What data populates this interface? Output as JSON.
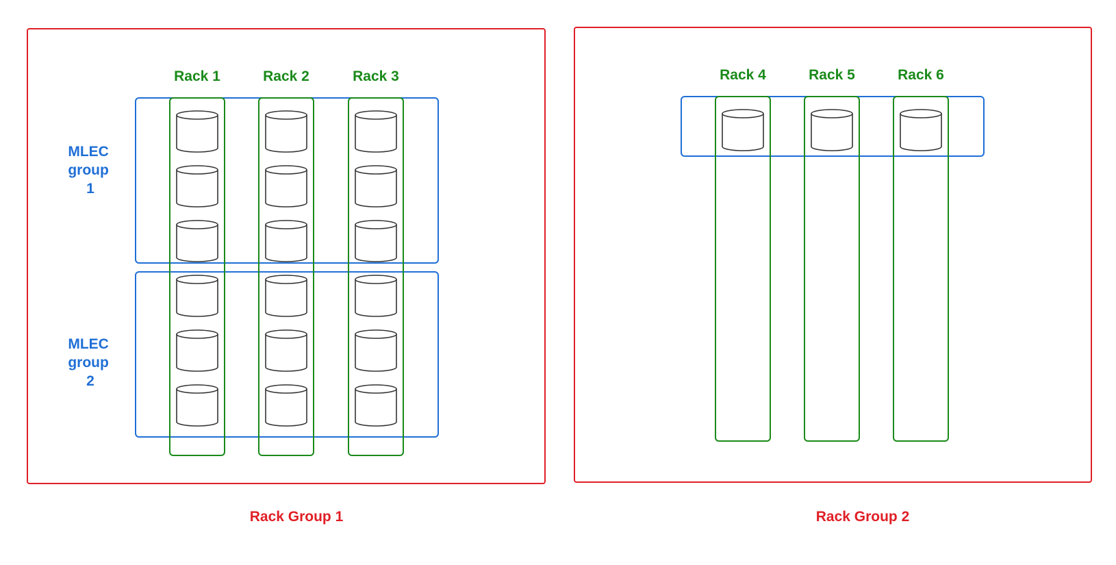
{
  "colors": {
    "rack_group": "#e01f26",
    "rack": "#1a8a1a",
    "mlec_group": "#1f6fd6",
    "disk_outline": "#333333"
  },
  "rack_groups": [
    {
      "label": "Rack Group 1",
      "racks": [
        {
          "label": "Rack 1"
        },
        {
          "label": "Rack 2"
        },
        {
          "label": "Rack 3"
        }
      ],
      "mlec_groups": [
        {
          "lines": [
            "MLEC",
            "group",
            "1"
          ],
          "disks_per_rack": 3
        },
        {
          "lines": [
            "MLEC",
            "group",
            "2"
          ],
          "disks_per_rack": 3
        }
      ]
    },
    {
      "label": "Rack Group 2",
      "racks": [
        {
          "label": "Rack 4"
        },
        {
          "label": "Rack 5"
        },
        {
          "label": "Rack 6"
        }
      ],
      "mlec_groups": [
        {
          "lines": [],
          "disks_per_rack": 1
        }
      ]
    }
  ]
}
